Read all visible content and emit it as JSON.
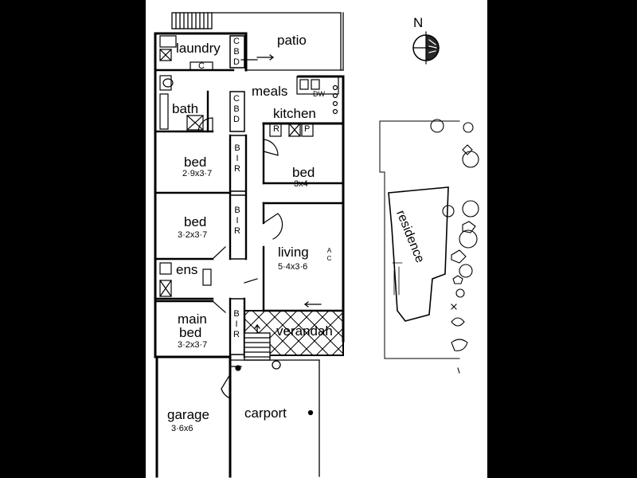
{
  "compass": {
    "north_label": "N"
  },
  "rooms": {
    "patio": "patio",
    "laundry": "laundry",
    "meals": "meals",
    "kitchen": "kitchen",
    "bath": "bath",
    "bed1": "bed",
    "bed1_dim": "2·9x3·7",
    "bed2": "bed",
    "bed2_dim": "3x4",
    "bed3": "bed",
    "bed3_dim": "3·2x3·7",
    "living": "living",
    "living_dim": "5·4x3·6",
    "ens": "ens",
    "main_bed_line1": "main",
    "main_bed_line2": "bed",
    "main_bed_dim": "3·2x3·7",
    "verandah": "verandah",
    "garage": "garage",
    "garage_dim": "3·6x6",
    "carport": "carport",
    "residence": "residence"
  },
  "fixtures": {
    "cbd_1": "CBD",
    "cbd_2": "CBD",
    "bir_1": "BIR",
    "bir_2": "BIR",
    "bir_3": "BIR",
    "dw": "DW",
    "r": "R",
    "p": "P",
    "c": "C",
    "ac": "AC"
  }
}
